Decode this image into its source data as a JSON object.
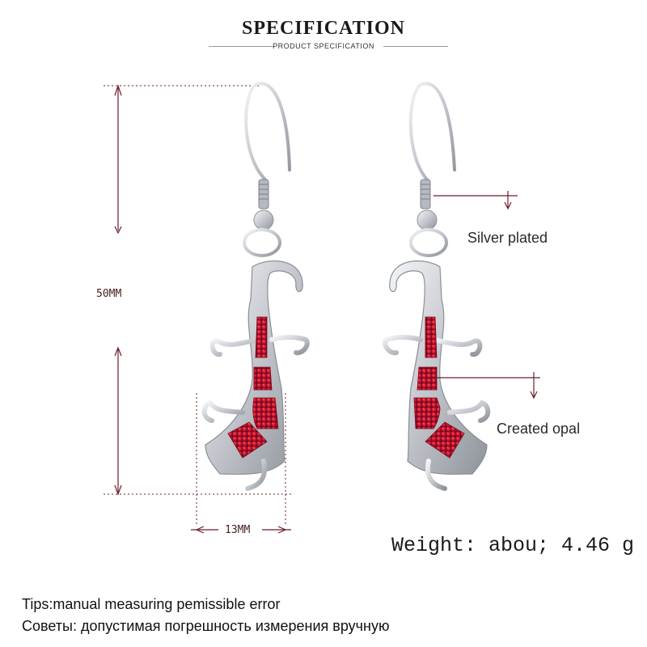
{
  "header": {
    "title": "SPECIFICATION",
    "subtitle": "PRODUCT SPECIFICATION"
  },
  "dimensions": {
    "height_label": "50MM",
    "width_label": "13MM"
  },
  "callouts": {
    "silver": "Silver plated",
    "opal": "Created opal"
  },
  "weight": "Weight: abou; 4.46 g",
  "tips": {
    "en": "Tips:manual measuring pemissible error",
    "ru": "Советы: допустимая погрешность измерения вручную"
  },
  "colors": {
    "dimension_line": "#6b1f2a",
    "opal": "#c8102e",
    "silver": "#c9ccd1"
  }
}
